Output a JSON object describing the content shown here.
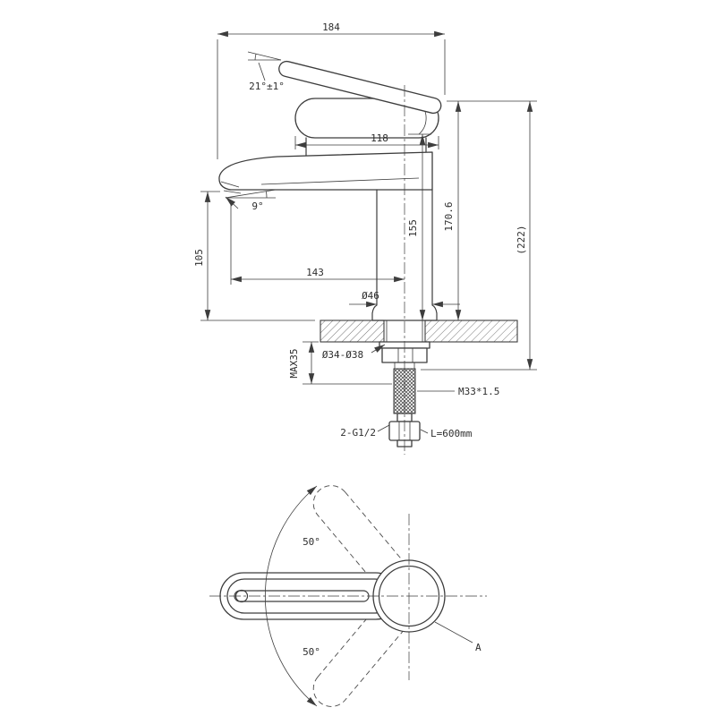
{
  "side_view": {
    "overall_width": "184",
    "handle_angle": "21°±1°",
    "head_length": "118",
    "height_to_handle_base": "155",
    "height_overall": "170.6",
    "height_total_ref": "(222)",
    "spout_height": "105",
    "spout_reach": "143",
    "spout_angle": "9°",
    "body_diameter": "Ø46",
    "hole_diameter": "Ø34-Ø38",
    "max_deck_thickness": "MAX35",
    "thread_spec": "M33*1.5",
    "inlet_spec": "2-G1/2",
    "hose_length": "L=600mm"
  },
  "plan_view": {
    "swing_angle_upper": "50°",
    "swing_angle_lower": "50°",
    "detail_label": "A"
  },
  "colors": {
    "line": "#3d3d3d",
    "background": "#ffffff"
  }
}
